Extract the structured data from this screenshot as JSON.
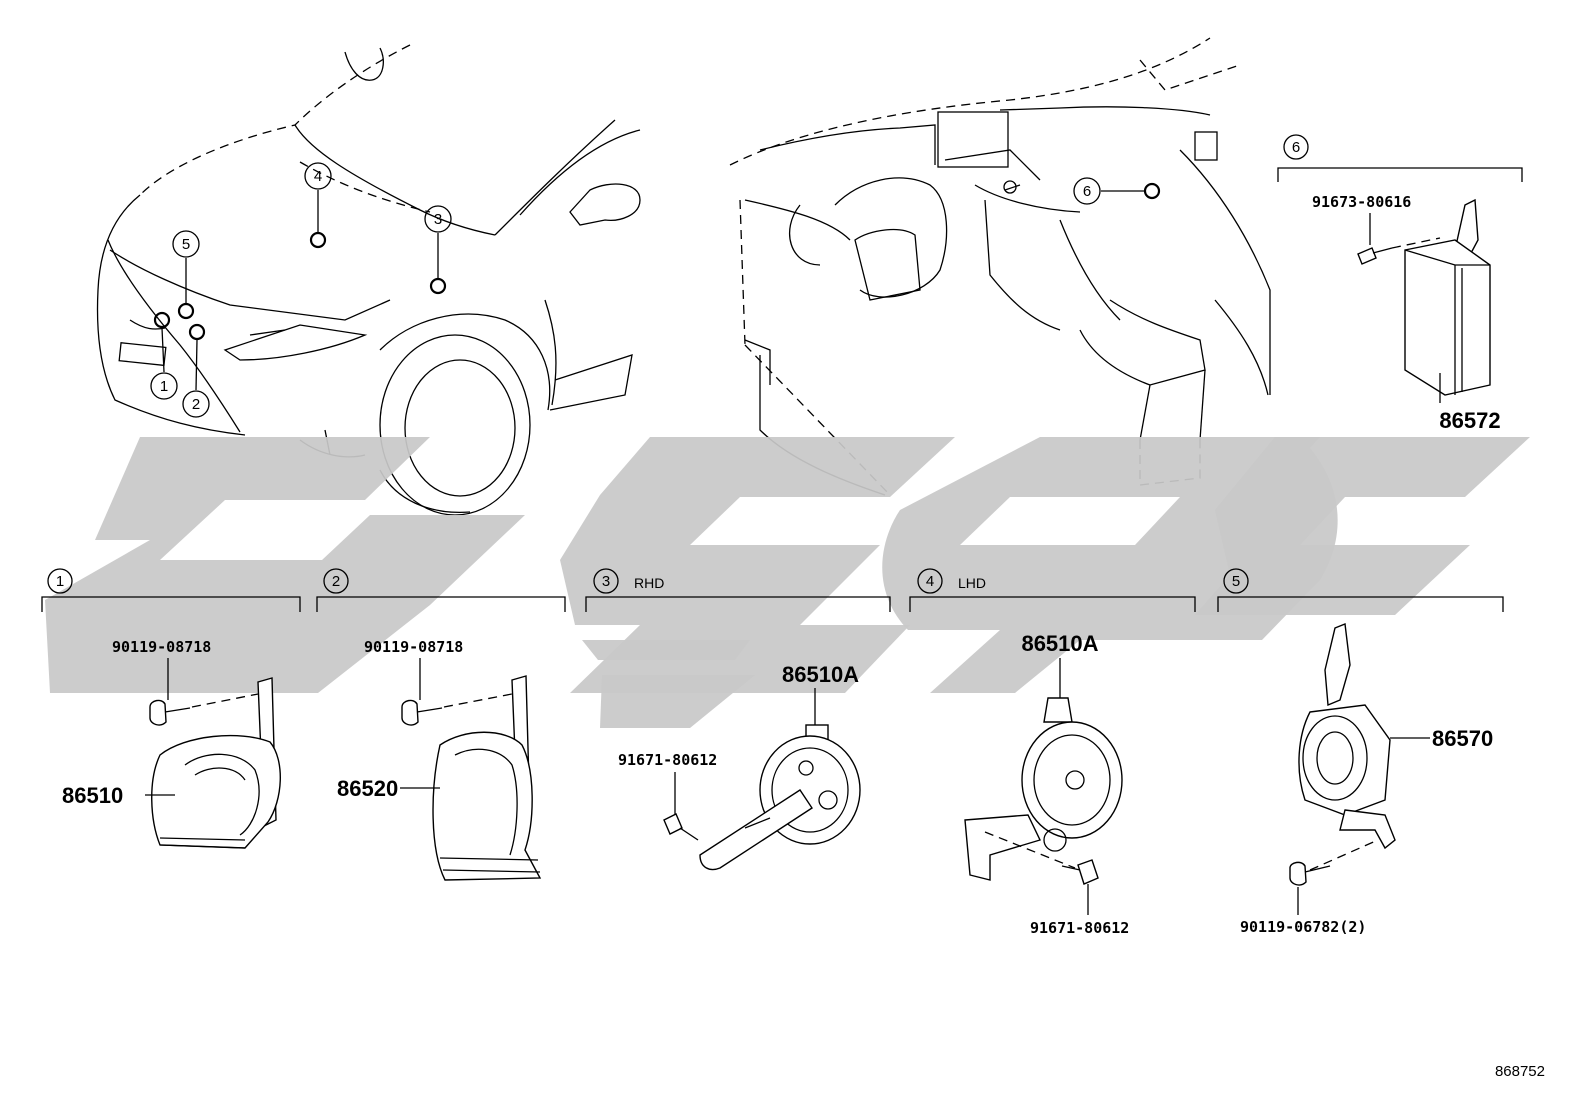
{
  "callouts": [
    {
      "num": "1",
      "qualifier": ""
    },
    {
      "num": "2",
      "qualifier": ""
    },
    {
      "num": "3",
      "qualifier": "RHD"
    },
    {
      "num": "4",
      "qualifier": "LHD"
    },
    {
      "num": "5",
      "qualifier": ""
    },
    {
      "num": "6",
      "qualifier": ""
    }
  ],
  "overview": {
    "vehicle_markers": [
      "1",
      "2",
      "3",
      "4",
      "5"
    ],
    "dash_marker": "6"
  },
  "parts": {
    "p86510": "86510",
    "p86520": "86520",
    "p86510A_rhd": "86510A",
    "p86510A_lhd": "86510A",
    "p86570": "86570",
    "p86572": "86572"
  },
  "bolts": {
    "b1": "90119-08718",
    "b2": "90119-08718",
    "b3": "91671-80612",
    "b4": "91671-80612",
    "b5": "90119-06782(2)",
    "b6": "91673-80616"
  },
  "reference": "868752",
  "icons": {
    "watermark": "watermark-logo",
    "horn": "horn-icon",
    "bolt": "bolt-icon",
    "module": "control-module-icon"
  }
}
